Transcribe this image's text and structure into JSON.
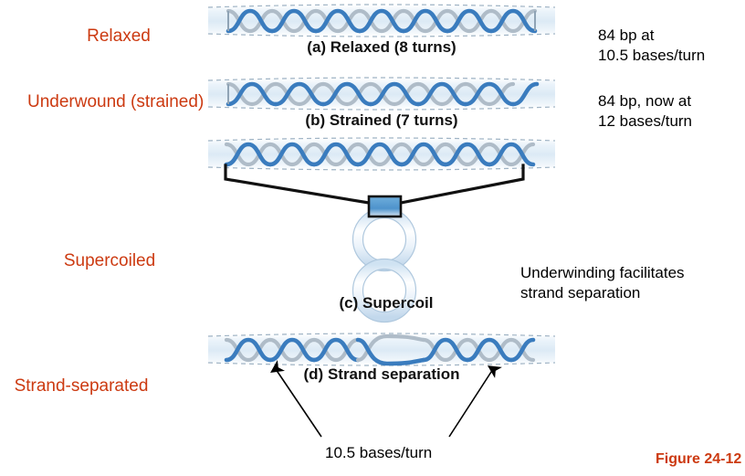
{
  "figure": {
    "credit": "Figure 24-12",
    "credit_color": "#CC3A11",
    "label_color": "#CC3A11",
    "text_color": "#000000",
    "background": "#ffffff",
    "dna_strand_blue": "#3A7CBE",
    "dna_strand_gray": "#AFBCC8",
    "cylinder_fill": "#E8F1F8",
    "supercoil_node_fill": "#5E9FD4"
  },
  "side_labels": [
    {
      "name": "relaxed",
      "text": "Relaxed"
    },
    {
      "name": "underwound",
      "text": "Underwound\n(strained)"
    },
    {
      "name": "supercoiled",
      "text": "Supercoiled"
    },
    {
      "name": "strand-separated",
      "text": "Strand-separated"
    }
  ],
  "panels": [
    {
      "id": "a",
      "caption": "(a) Relaxed (8 turns)",
      "turns": 8
    },
    {
      "id": "b",
      "caption": "(b) Strained (7 turns)",
      "turns": 7
    },
    {
      "id": "c",
      "caption": "(c) Supercoil"
    },
    {
      "id": "d",
      "caption": "(d) Strand separation"
    }
  ],
  "notes": [
    {
      "name": "relaxed-bp-note",
      "text": "84 bp at\n10.5 bases/turn"
    },
    {
      "name": "strained-bp-note",
      "text": "84 bp, now at\n12 bases/turn"
    },
    {
      "name": "underwinding-note",
      "text": "Underwinding facilitates\nstrand separation"
    }
  ],
  "bottom_note": {
    "name": "bases-per-turn-note",
    "text": "10.5 bases/turn"
  }
}
